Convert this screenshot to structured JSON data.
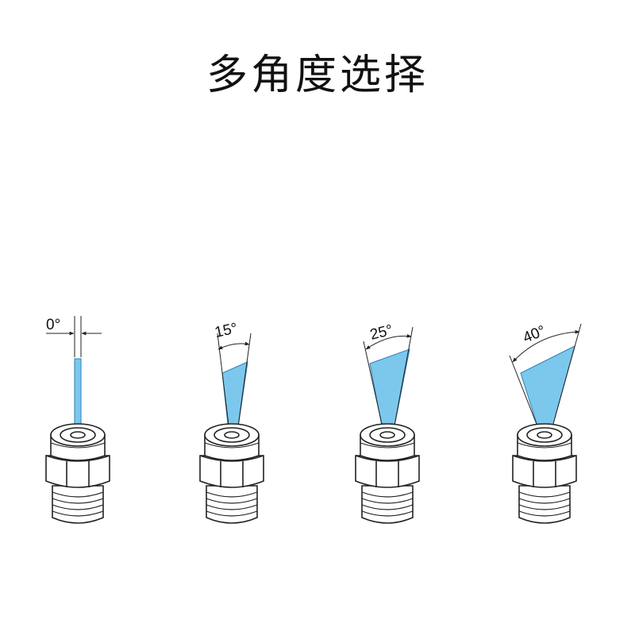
{
  "title": "多角度选择",
  "nozzles": [
    {
      "label": "0°",
      "angle": 0
    },
    {
      "label": "15°",
      "angle": 15
    },
    {
      "label": "25°",
      "angle": 25
    },
    {
      "label": "40°",
      "angle": 40
    }
  ],
  "colors": {
    "spray": "#7cc8ec",
    "spray_edge": "#2b7fb5",
    "line": "#222222",
    "background": "#ffffff"
  }
}
